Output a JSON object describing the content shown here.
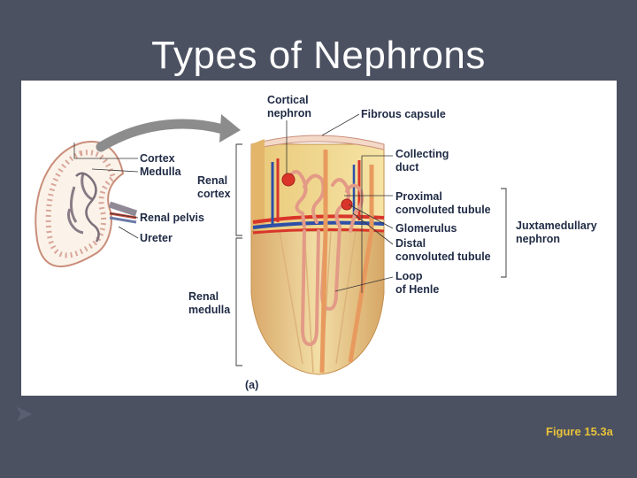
{
  "slide": {
    "title": "Types of Nephrons",
    "caption": "Figure 15.3a"
  },
  "figure": {
    "panel_label": "(a)",
    "labels": {
      "cortical_nephron": "Cortical\nnephron",
      "fibrous_capsule": "Fibrous capsule",
      "cortex": "Cortex",
      "medulla": "Medulla",
      "renal_cortex": "Renal\ncortex",
      "renal_pelvis": "Renal pelvis",
      "ureter": "Ureter",
      "collecting_duct": "Collecting\nduct",
      "proximal_tubule": "Proximal\nconvoluted tubule",
      "glomerulus": "Glomerulus",
      "distal_tubule": "Distal\nconvoluted tubule",
      "loop_of_henle": "Loop\nof Henle",
      "juxtamedullary_nephron": "Juxtamedullary\nnephron",
      "renal_medulla": "Renal\nmedulla"
    }
  },
  "colors": {
    "background": "#4b5161",
    "caption": "#e8c23a",
    "label_text": "#1f2a44",
    "medulla_fill": "#efd79a",
    "artery": "#d9352a",
    "vein": "#2d4fa8"
  }
}
